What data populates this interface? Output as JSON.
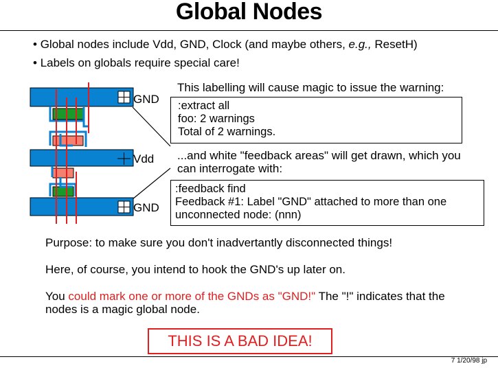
{
  "title": "Global Nodes",
  "bullets": [
    {
      "pre": "Global nodes include Vdd, GND, Clock (and maybe others, ",
      "em": "e.g.,",
      "post": "  ResetH)"
    },
    {
      "pre": "Labels on globals require special care!",
      "em": "",
      "post": ""
    }
  ],
  "diagram": {
    "labels": [
      "GND",
      "Vdd",
      "GND"
    ]
  },
  "callout1": {
    "intro": "This labelling will cause magic to issue the warning:",
    "lines": [
      ":extract all",
      "foo: 2 warnings",
      "Total of 2 warnings."
    ]
  },
  "callout2": {
    "intro_line1": "...and white \"feedback areas\" will get drawn, which you",
    "intro_line2": "can interrogate with:",
    "lines": [
      ":feedback find",
      "Feedback #1:  Label \"GND\" attached to more than one",
      "unconnected node: (nnn)"
    ]
  },
  "purpose": "Purpose:  to make sure you don't inadvertantly disconnected things!",
  "here": "Here, of course, you intend to hook the GND's up later on.",
  "mark": {
    "pre": "You ",
    "red": "could mark one or more of the GNDs as \"GND!\"",
    "post": "  The \"!\" indicates that the",
    "line2": "nodes is a magic global node."
  },
  "warning": "THIS IS A BAD IDEA!",
  "footer": "7  1/20/98  jp",
  "colors": {
    "metal": "#0a82d2",
    "poly": "#e02020",
    "diffusion": "#1a9a2a",
    "pdiff": "#f48070",
    "warning": "#e02020"
  }
}
